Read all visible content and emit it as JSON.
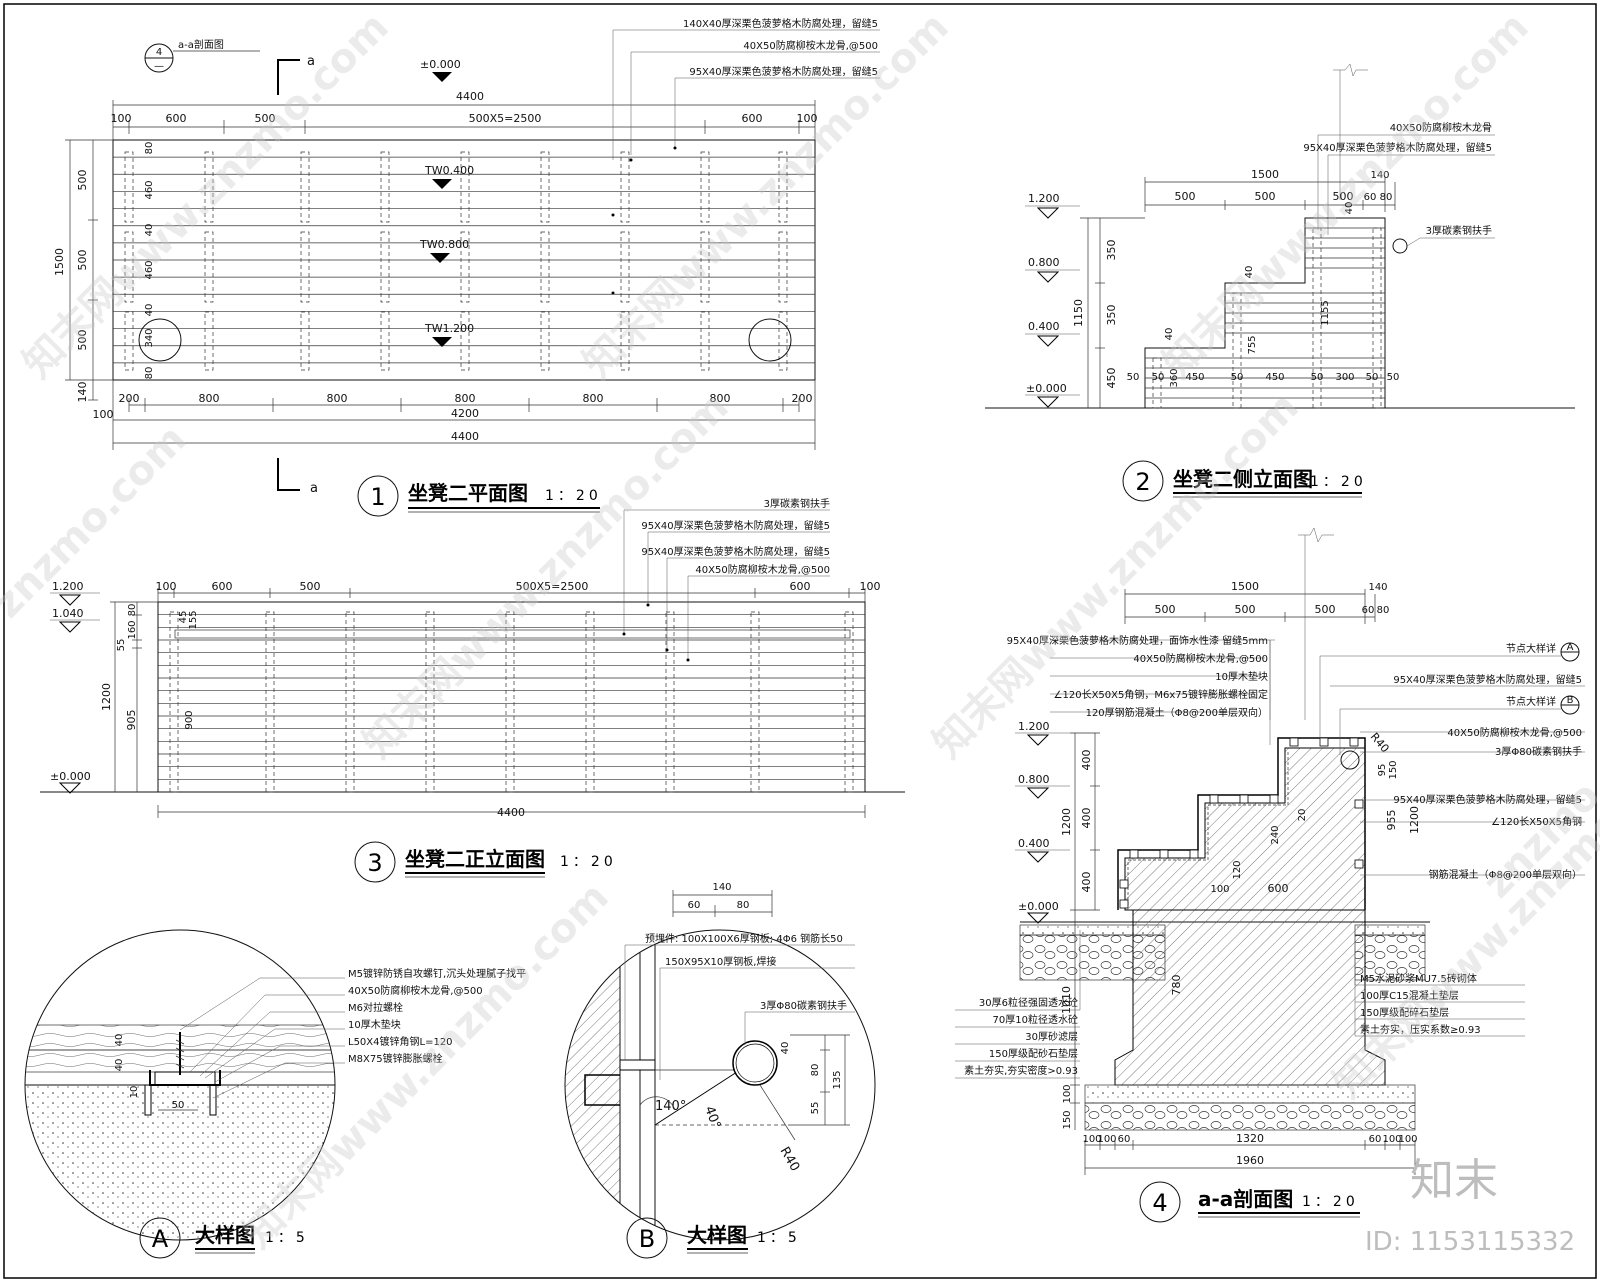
{
  "drawings": {
    "plan": {
      "number": "1",
      "title": "坐凳二平面图",
      "scale": "1：20",
      "section_mark": "a",
      "section_callout": {
        "num": "4",
        "den": "—",
        "label": "a-a剖面图"
      },
      "top_total": "4400",
      "top_dims": [
        "100",
        "600",
        "500",
        "500X5=2500",
        "600",
        "100"
      ],
      "left_dims": [
        "500",
        "500",
        "500",
        "140"
      ],
      "left_total": "1500",
      "inner_dims": [
        "80",
        "460",
        "40",
        "460",
        "40",
        "340",
        "80"
      ],
      "bottom_dims": [
        "200",
        "800",
        "800",
        "800",
        "800",
        "800",
        "200"
      ],
      "bottom_total_1": "4200",
      "bottom_total_2": "4400",
      "bottom_offset": "100",
      "levels": [
        "±0.000",
        "TW0.400",
        "TW0.800",
        "TW1.200"
      ],
      "notes": [
        "140X40厚深栗色菠萝格木防腐处理，留缝5",
        "40X50防腐柳桉木龙骨,@500",
        "95X40厚深栗色菠萝格木防腐处理，留缝5"
      ]
    },
    "side": {
      "number": "2",
      "title": "坐凳二侧立面图",
      "scale": "1：20",
      "levels": [
        "1.200",
        "0.800",
        "0.400",
        "±0.000"
      ],
      "top_total": "1500",
      "top_dims": [
        "500",
        "500",
        "500",
        "60",
        "80"
      ],
      "extra_dim": "140",
      "left_dims": [
        "350",
        "350",
        "450"
      ],
      "left_total": "1150",
      "inner_dims": [
        "40",
        "40",
        "40",
        "755",
        "1155",
        "360"
      ],
      "bottom_dims": [
        "50",
        "50",
        "450",
        "50",
        "450",
        "50",
        "300",
        "50",
        "50"
      ],
      "notes": [
        "40X50防腐柳桉木龙骨",
        "95X40厚深栗色菠萝格木防腐处理，留缝5",
        "3厚碳素钢扶手"
      ]
    },
    "front": {
      "number": "3",
      "title": "坐凳二正立面图",
      "scale": "1：20",
      "levels": [
        "1.200",
        "1.040",
        "±0.000"
      ],
      "top_dims": [
        "100",
        "600",
        "500",
        "500X5=2500",
        "600",
        "100"
      ],
      "left_dims": [
        "80",
        "160",
        "55",
        "905"
      ],
      "left_total": "1200",
      "inner_dims": [
        "45",
        "155",
        "900"
      ],
      "bottom_total": "4400",
      "notes": [
        "3厚碳素钢扶手",
        "95X40厚深栗色菠萝格木防腐处理，留缝5",
        "95X40厚深栗色菠萝格木防腐处理，留缝5",
        "40X50防腐柳桉木龙骨,@500"
      ]
    },
    "section": {
      "number": "4",
      "title": "a-a剖面图",
      "scale": "1：20",
      "levels": [
        "1.200",
        "0.800",
        "0.400",
        "±0.000"
      ],
      "top_total": "1500",
      "top_dims": [
        "500",
        "500",
        "500",
        "60",
        "80"
      ],
      "extra_dim": "140",
      "left_dims": [
        "400",
        "400",
        "400",
        "1010",
        "150",
        "100"
      ],
      "left_total": "1200",
      "inner_dims": [
        "955",
        "1200",
        "780",
        "600",
        "100",
        "240",
        "120",
        "20",
        "R40",
        "95",
        "150"
      ],
      "bottom_dims": [
        "100",
        "100",
        "60",
        "1320",
        "60",
        "100",
        "100"
      ],
      "bottom_total": "1960",
      "callouts": [
        {
          "text": "节点大样详",
          "mark": "A"
        },
        {
          "text": "节点大样详",
          "mark": "B"
        }
      ],
      "notes_left": [
        "95X40厚深栗色菠萝格木防腐处理，面饰水性漆  留缝5mm",
        "40X50防腐柳桉木龙骨,@500",
        "10厚木垫块",
        "∠120长X50X5角钢，M6x75镀锌膨胀螺栓固定",
        "120厚钢筋混凝土（Φ8@200单层双向）"
      ],
      "notes_right": [
        "95X40厚深栗色菠萝格木防腐处理，留缝5",
        "40X50防腐柳桉木龙骨,@500",
        "3厚Φ80碳素钢扶手",
        "95X40厚深栗色菠萝格木防腐处理，留缝5",
        "∠120长X50X5角钢",
        "钢筋混凝土（Φ8@200单层双向）"
      ],
      "notes_bottom_left": [
        "30厚6粒径强固透水砼",
        "70厚10粒径透水砼",
        "30厚砂滤层",
        "150厚级配砂石垫层",
        "素土夯实,夯实密度>0.93"
      ],
      "notes_bottom_right": [
        "M5水泥砂浆MU7.5砖砌体",
        "100厚C15混凝土垫层",
        "150厚级配碎石垫层",
        "素土夯实，压实系数≥0.93"
      ]
    },
    "detailA": {
      "mark": "A",
      "title": "大样图",
      "scale": "1：5",
      "dims": [
        "40",
        "40",
        "10",
        "50"
      ],
      "notes": [
        "M5镀锌防锈自攻螺钉,沉头处理腻子找平",
        "40X50防腐柳桉木龙骨,@500",
        "M6对拉螺栓",
        "10厚木垫块",
        "L50X4镀锌角钢L=120",
        "M8X75镀锌膨胀螺栓"
      ]
    },
    "detailB": {
      "mark": "B",
      "title": "大样图",
      "scale": "1：5",
      "top_dims": [
        "140",
        "60",
        "80"
      ],
      "right_dims": [
        "40",
        "80",
        "55",
        "135"
      ],
      "angles": [
        "140°",
        "40°"
      ],
      "radius": "R40",
      "notes": [
        "预埋件: 100X100X6厚钢板; 4Φ6 钢筋长50",
        "150X95X10厚钢板,焊接",
        "3厚Φ80碳素钢扶手"
      ]
    }
  },
  "watermark": {
    "text": "知末网www.znzmo.com",
    "text2": "znzmo.com",
    "brand": "知末",
    "id": "ID: 1153115332"
  }
}
